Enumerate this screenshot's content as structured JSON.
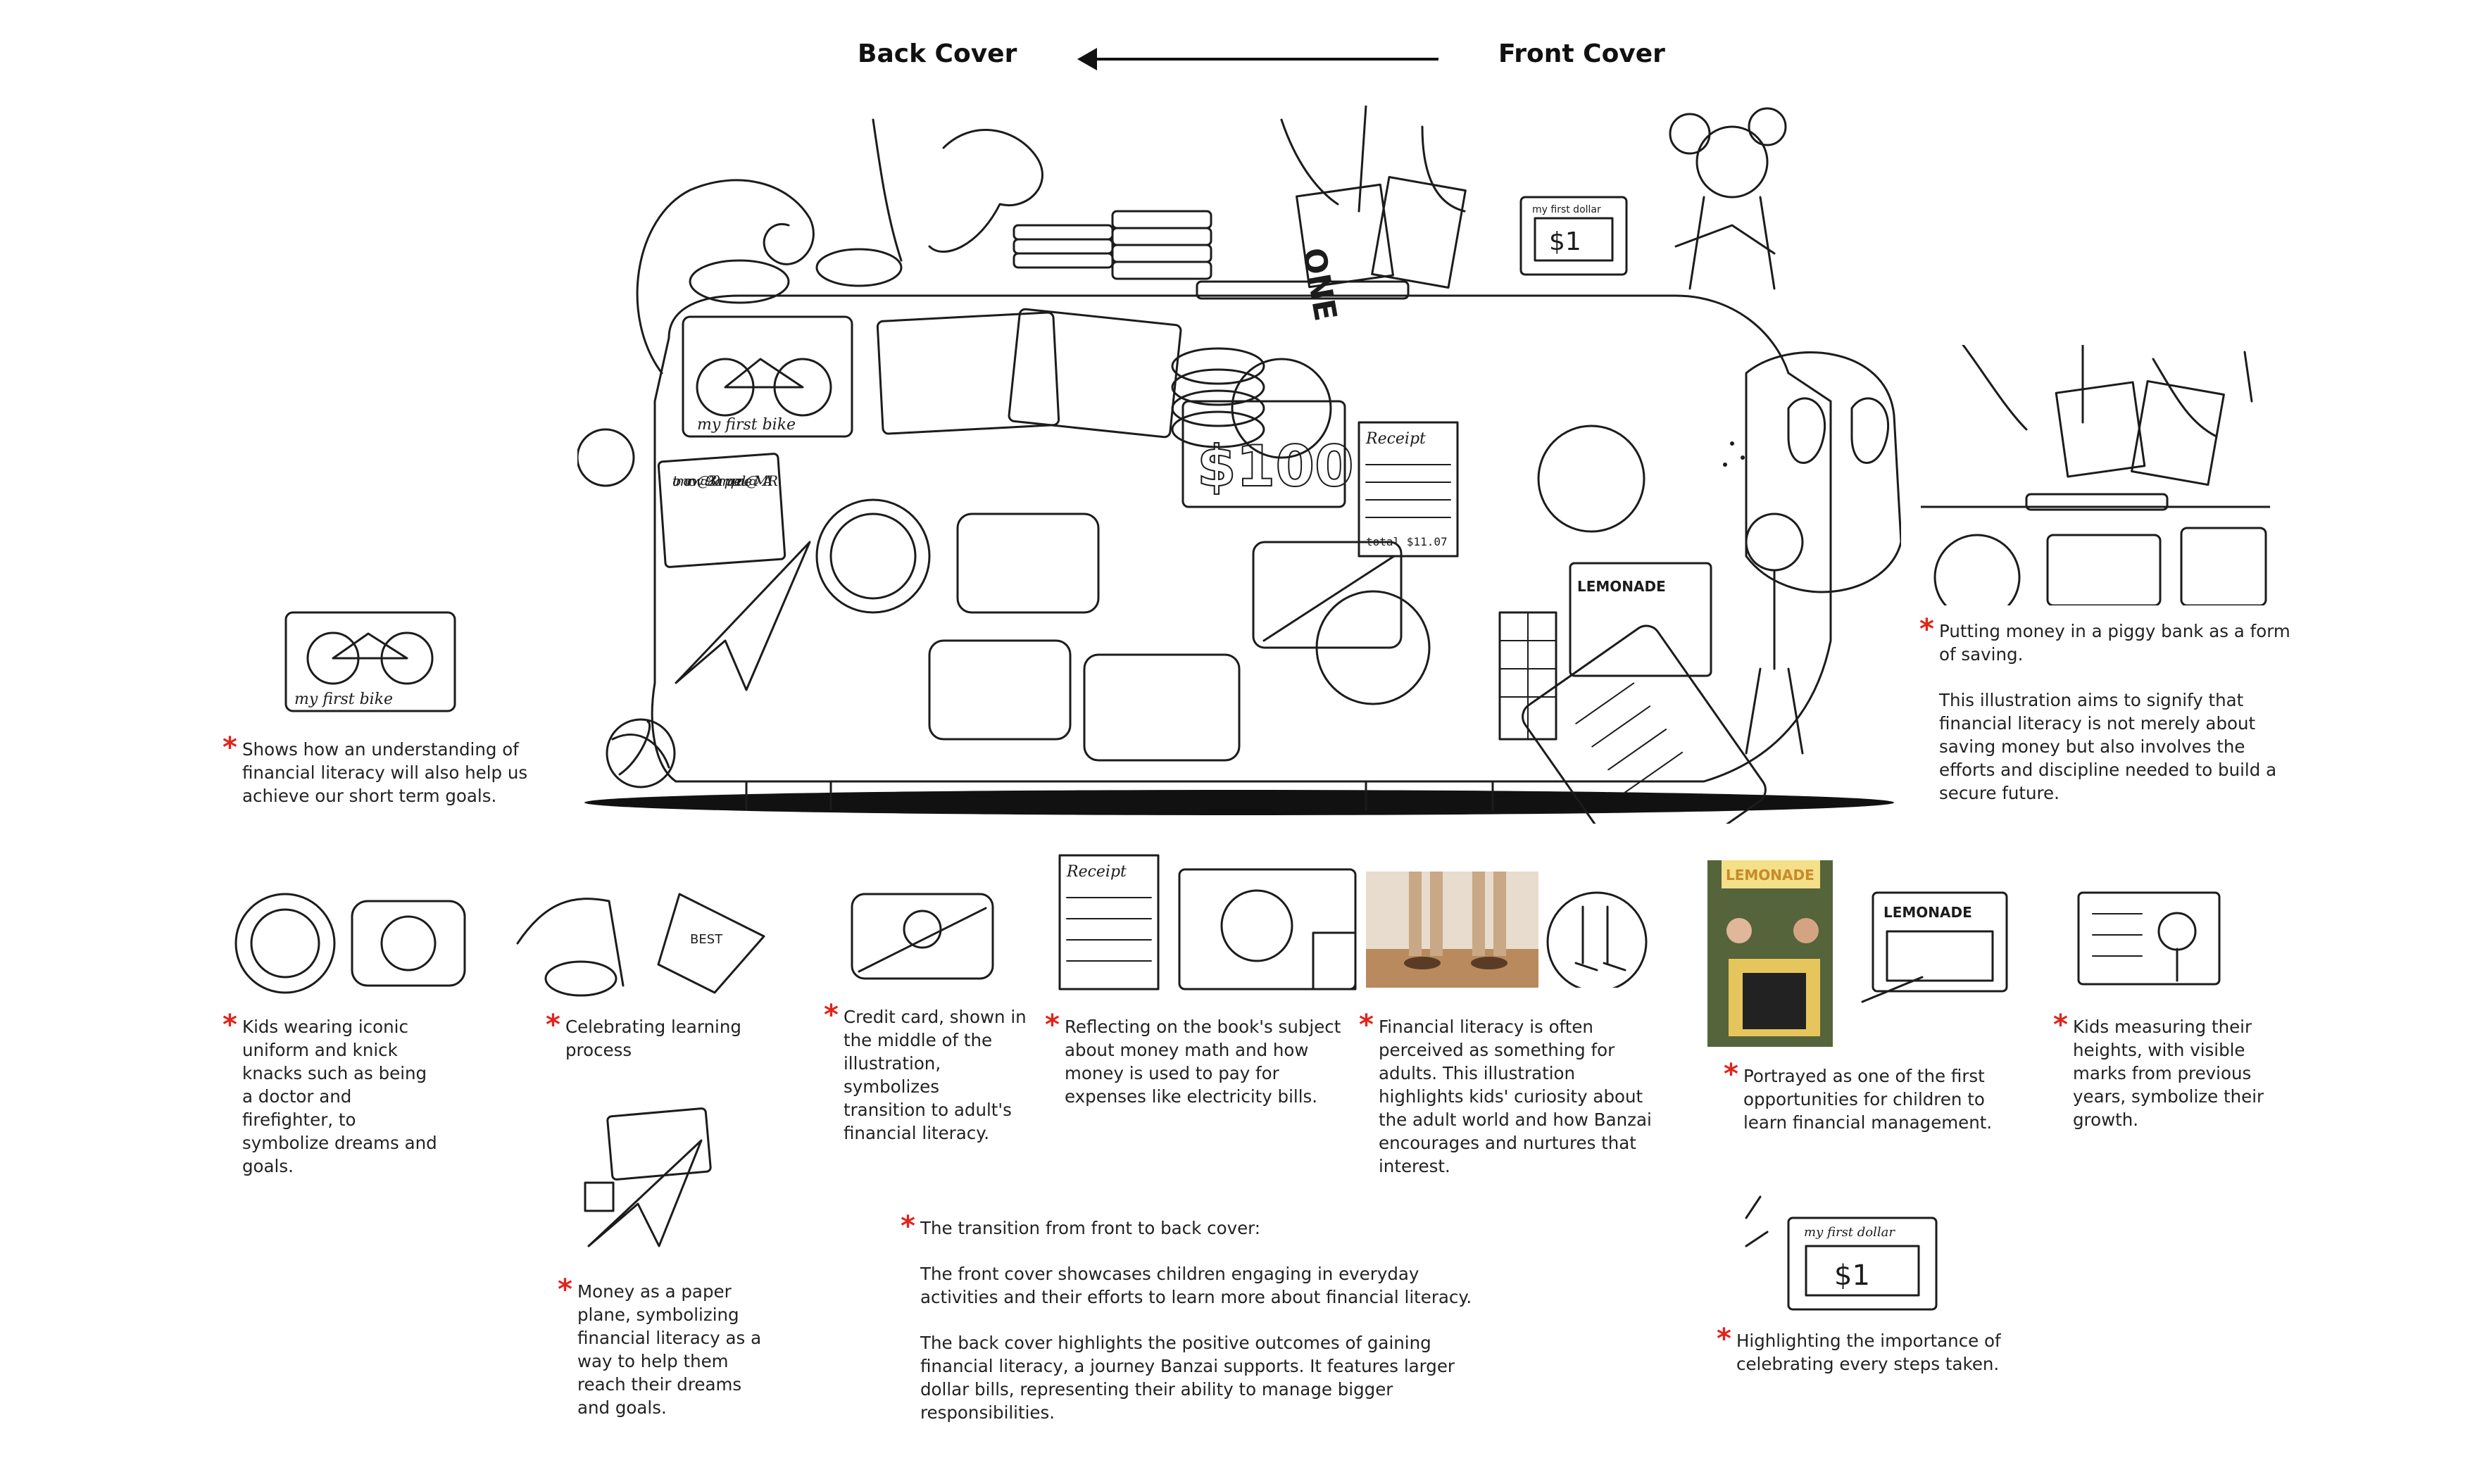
{
  "header": {
    "back_cover": "Back Cover",
    "front_cover": "Front Cover"
  },
  "main_illustration": {
    "bike_caption": "my first bike",
    "bill_value": "$100",
    "dollar_sign_label": "$1",
    "first_dollar_label": "my first dollar",
    "lemonade_sign": "LEMONADE",
    "receipt_title": "Receipt",
    "receipt_total": "total $11.07",
    "reminder_note": "tomorrow @9:30am paper due @MAR"
  },
  "annotations": {
    "bike": "Shows how an understanding of financial literacy will also  help us achieve our short term goals.",
    "piggy_bank": [
      "Putting money in a piggy bank as a form of saving.",
      "This illustration aims to signify that financial literacy is not merely about saving money but also involves the efforts and discipline needed to build a secure future."
    ],
    "uniforms": "Kids wearing iconic uniform and knick knacks such as being a doctor and firefighter, to symbolize dreams and goals.",
    "learning": "Celebrating learning process",
    "paper_plane": "Money as a paper plane, symbolizing financial literacy as a way to help them reach their dreams and goals.",
    "credit_card": "Credit card, shown in the middle of the illustration, symbolizes transition to adult's financial literacy.",
    "receipt": "Reflecting on the book's subject about money math and how money is used to pay for expenses like electricity bills.",
    "adult_world": "Financial literacy is often perceived as something for adults. This illustration highlights kids' curiosity about the adult world and how Banzai encourages and nurtures that interest.",
    "transition": [
      "The transition from front to back cover:",
      "The front cover showcases children engaging in everyday activities and their efforts to learn more about financial literacy.",
      "The back cover highlights the positive outcomes of gaining financial literacy, a journey Banzai supports. It features larger dollar bills, representing their ability to manage bigger responsibilities."
    ],
    "lemonade": "Portrayed as one of the first opportunities for children to learn financial management.",
    "heights": "Kids measuring their heights, with visible marks from previous years, symbolize their growth.",
    "first_dollar": "Highlighting the importance of celebrating every steps taken."
  },
  "colors": {
    "accent": "#e2231a",
    "ink": "#1c1c1c",
    "background": "#ffffff"
  }
}
